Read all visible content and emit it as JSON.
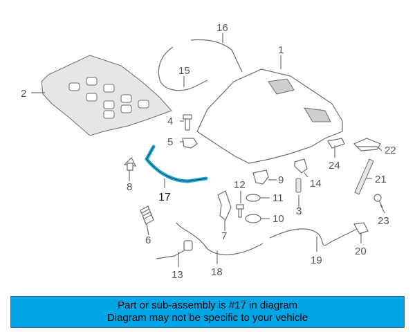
{
  "callouts": [
    "1",
    "2",
    "3",
    "4",
    "5",
    "6",
    "7",
    "8",
    "9",
    "10",
    "11",
    "12",
    "13",
    "14",
    "15",
    "16",
    "17",
    "18",
    "19",
    "20",
    "21",
    "22",
    "23",
    "24"
  ],
  "highlight_part": "17",
  "colors": {
    "highlight": "#1aa7d6",
    "banner": "#00a6e6",
    "line": "#6b6b6b"
  },
  "banner": {
    "line1": "Part or sub-assembly is #17 in diagram",
    "line2": "Diagram may not be specific to your vehicle"
  }
}
